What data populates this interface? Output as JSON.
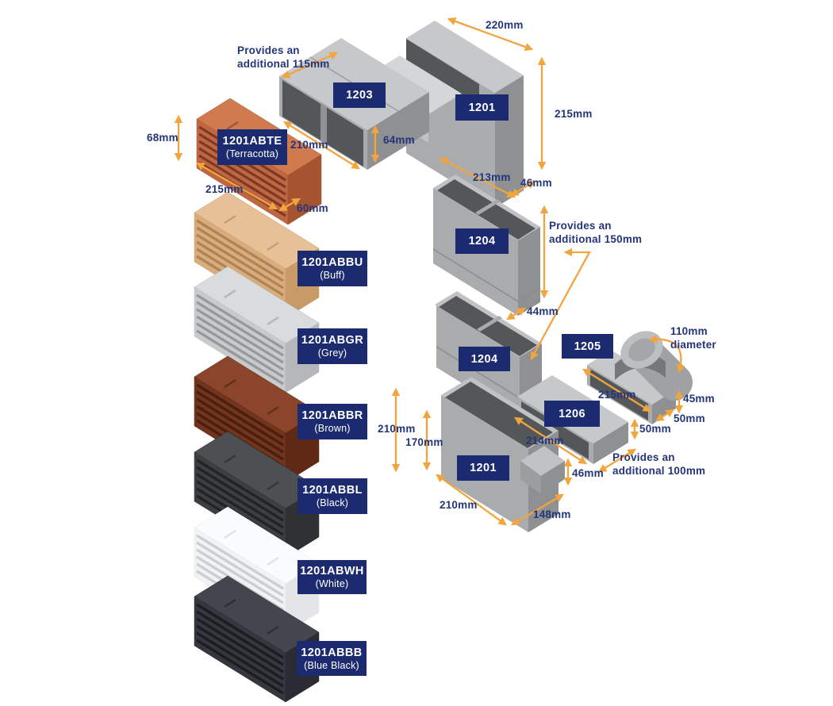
{
  "palette": {
    "navy": "#1C2B6F",
    "orange": "#F2A43F",
    "dim_text": "#243579"
  },
  "airbricks": [
    {
      "code": "1201ABTE",
      "finish": "(Terracotta)"
    },
    {
      "code": "1201ABBU",
      "finish": "(Buff)"
    },
    {
      "code": "1201ABGR",
      "finish": "(Grey)"
    },
    {
      "code": "1201ABBR",
      "finish": "(Brown)"
    },
    {
      "code": "1201ABBL",
      "finish": "(Black)"
    },
    {
      "code": "1201ABWH",
      "finish": "(White)"
    },
    {
      "code": "1201ABBB",
      "finish": "(Blue Black)"
    }
  ],
  "airbrick_dims": {
    "height": "68mm",
    "length": "215mm",
    "depth": "60mm"
  },
  "p1203": {
    "label": "1203",
    "note1": "Provides an",
    "note2": "additional 115mm",
    "width": "210mm",
    "height": "64mm"
  },
  "p1201_top": {
    "label": "1201",
    "top_width": "220mm",
    "height": "215mm",
    "bottom_width": "213mm",
    "depth": "46mm"
  },
  "p1204": {
    "label_upper": "1204",
    "label_lower": "1204",
    "note1": "Provides an",
    "note2": "additional 150mm",
    "depth": "44mm"
  },
  "p1205": {
    "label": "1205",
    "dia1": "110mm",
    "dia2": "diameter",
    "width": "215mm",
    "height": "45mm",
    "depth": "50mm"
  },
  "p1206": {
    "label": "1206",
    "width": "214mm",
    "height": "50mm",
    "note1": "Provides an",
    "note2": "additional 100mm"
  },
  "p1201_bottom": {
    "label": "1201",
    "height_outer": "210mm",
    "height_inner": "170mm",
    "width": "210mm",
    "foot_length": "148mm",
    "foot_height": "46mm"
  }
}
